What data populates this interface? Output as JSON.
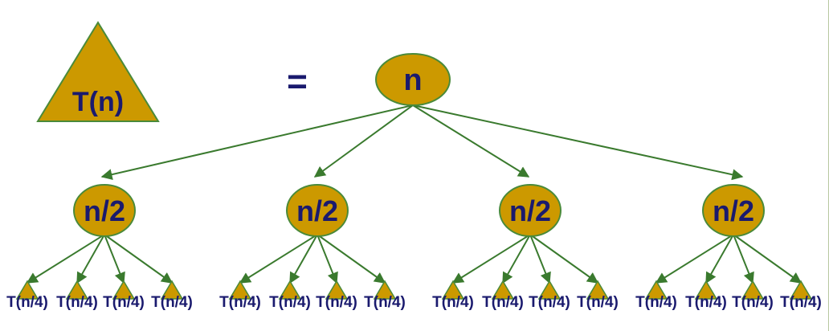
{
  "equation": {
    "lhs_label": "T(n)",
    "equals": "="
  },
  "root": {
    "label": "n"
  },
  "level1": [
    {
      "label": "n/2"
    },
    {
      "label": "n/2"
    },
    {
      "label": "n/2"
    },
    {
      "label": "n/2"
    }
  ],
  "leaf_label": "T(n/4)",
  "colors": {
    "node_fill": "#cc9900",
    "node_stroke": "#4a8a3a",
    "edge": "#3a7a2e",
    "text": "#1a1a6e"
  }
}
